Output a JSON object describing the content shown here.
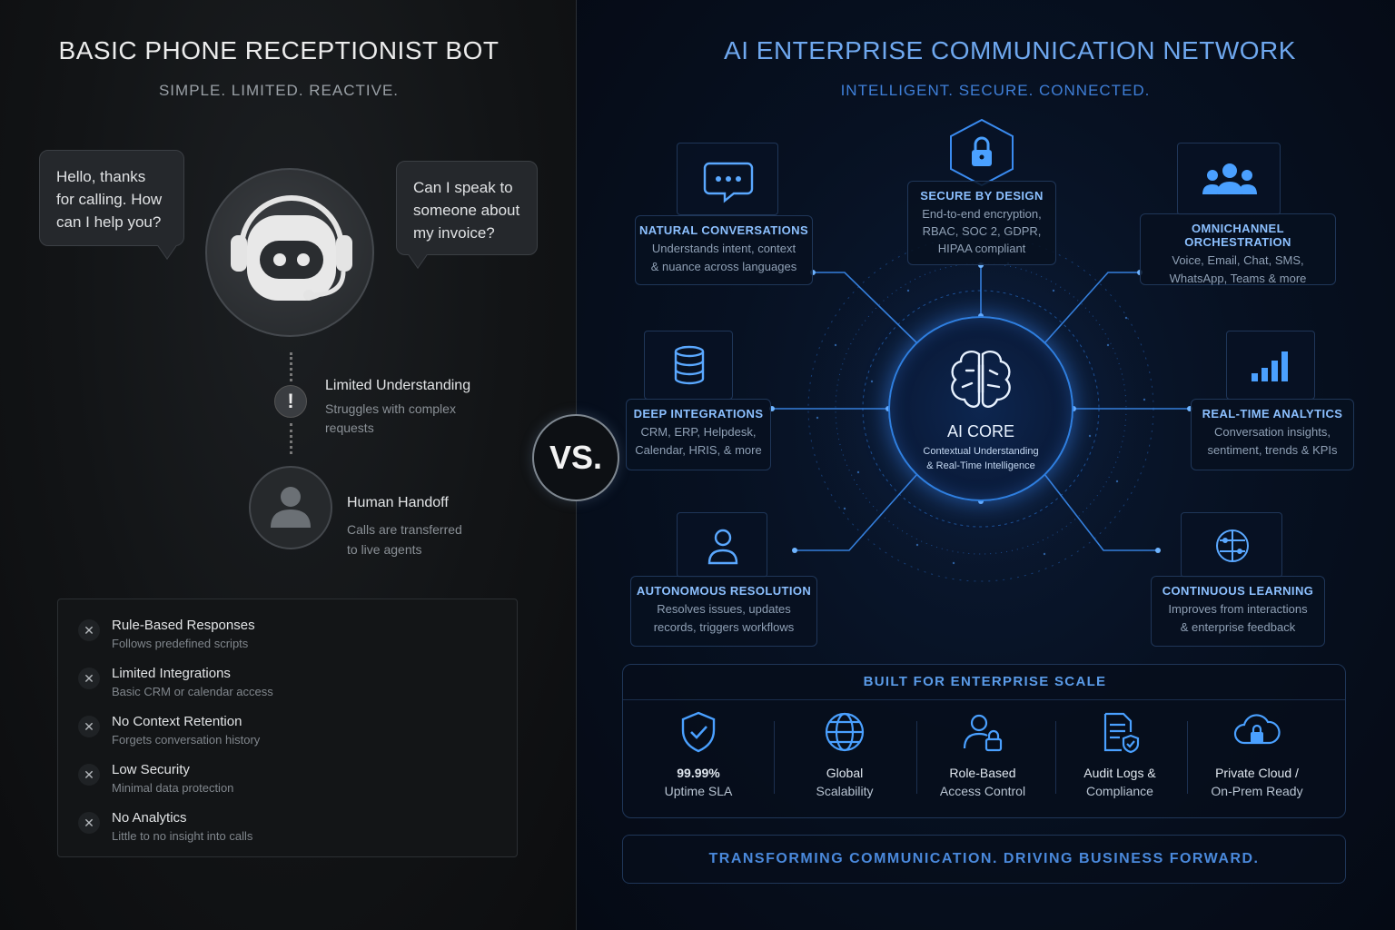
{
  "left": {
    "title": "BASIC PHONE RECEPTIONIST BOT",
    "subtitle": "SIMPLE. LIMITED. REACTIVE.",
    "bubble_bot": "Hello, thanks for calling. How can I help you?",
    "bubble_user": "Can I speak to someone about my invoice?",
    "limited_title": "Limited Understanding",
    "limited_sub": "Struggles with complex requests",
    "handoff_title": "Human Handoff",
    "handoff_sub": "Calls are transferred to live agents",
    "limitations": [
      {
        "title": "Rule-Based Responses",
        "sub": "Follows predefined scripts"
      },
      {
        "title": "Limited Integrations",
        "sub": "Basic CRM or calendar access"
      },
      {
        "title": "No Context Retention",
        "sub": "Forgets conversation history"
      },
      {
        "title": "Low Security",
        "sub": "Minimal data protection"
      },
      {
        "title": "No Analytics",
        "sub": "Little to no insight into calls"
      }
    ]
  },
  "vs_label": "VS.",
  "right": {
    "title": "AI ENTERPRISE COMMUNICATION NETWORK",
    "subtitle": "INTELLIGENT. SECURE. CONNECTED.",
    "core": {
      "title": "AI CORE",
      "sub1": "Contextual Understanding",
      "sub2": "& Real-Time Intelligence"
    },
    "features": {
      "natural": {
        "title": "NATURAL CONVERSATIONS",
        "l1": "Understands intent, context",
        "l2": "& nuance across languages"
      },
      "secure": {
        "title": "SECURE BY DESIGN",
        "l1": "End-to-end encryption,",
        "l2": "RBAC, SOC 2, GDPR,",
        "l3": "HIPAA compliant"
      },
      "omni": {
        "title": "OMNICHANNEL ORCHESTRATION",
        "l1": "Voice, Email, Chat, SMS,",
        "l2": "WhatsApp, Teams & more"
      },
      "deep": {
        "title": "DEEP INTEGRATIONS",
        "l1": "CRM, ERP, Helpdesk,",
        "l2": "Calendar, HRIS, & more"
      },
      "analytics": {
        "title": "REAL-TIME ANALYTICS",
        "l1": "Conversation insights,",
        "l2": "sentiment, trends & KPIs"
      },
      "autonomous": {
        "title": "AUTONOMOUS RESOLUTION",
        "l1": "Resolves issues, updates",
        "l2": "records, triggers workflows"
      },
      "learning": {
        "title": "CONTINUOUS LEARNING",
        "l1": "Improves from interactions",
        "l2": "& enterprise feedback"
      }
    },
    "scale": {
      "title": "BUILT FOR ENTERPRISE SCALE",
      "items": [
        {
          "t": "99.99%",
          "s": "Uptime SLA",
          "icon": "shield-check-icon"
        },
        {
          "t": "Global",
          "s": "Scalability",
          "icon": "globe-icon"
        },
        {
          "t": "Role-Based",
          "s": "Access Control",
          "icon": "user-lock-icon"
        },
        {
          "t": "Audit Logs &",
          "s": "Compliance",
          "icon": "document-shield-icon"
        },
        {
          "t": "Private Cloud /",
          "s": "On-Prem Ready",
          "icon": "cloud-lock-icon"
        }
      ]
    },
    "footer": "TRANSFORMING COMMUNICATION. DRIVING BUSINESS FORWARD."
  },
  "colors": {
    "accent": "#6fa8ef",
    "glow": "#2f7fe0",
    "left_bg": "#121416",
    "right_bg": "#071122"
  }
}
